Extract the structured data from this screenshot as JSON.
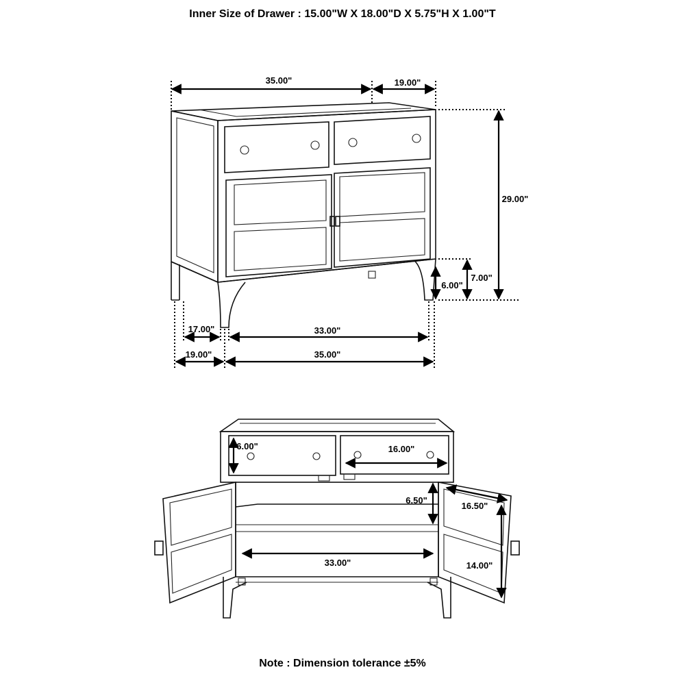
{
  "title": "Inner Size of Drawer : 15.00\"W X 18.00\"D X 5.75\"H X 1.00\"T",
  "note": "Note : Dimension tolerance ±5%",
  "front_view": {
    "top_width": "35.00\"",
    "top_depth": "19.00\"",
    "total_height": "29.00\"",
    "leg_height_outer": "7.00\"",
    "leg_height_inner": "6.00\"",
    "bottom_inner_depth": "17.00\"",
    "bottom_inner_width": "33.00\"",
    "bottom_depth": "19.00\"",
    "bottom_width": "35.00\""
  },
  "open_view": {
    "drawer_height": "6.00\"",
    "drawer_width": "16.00\"",
    "shelf_height": "6.50\"",
    "door_width": "16.50\"",
    "interior_width": "33.00\"",
    "door_height": "14.00\""
  }
}
